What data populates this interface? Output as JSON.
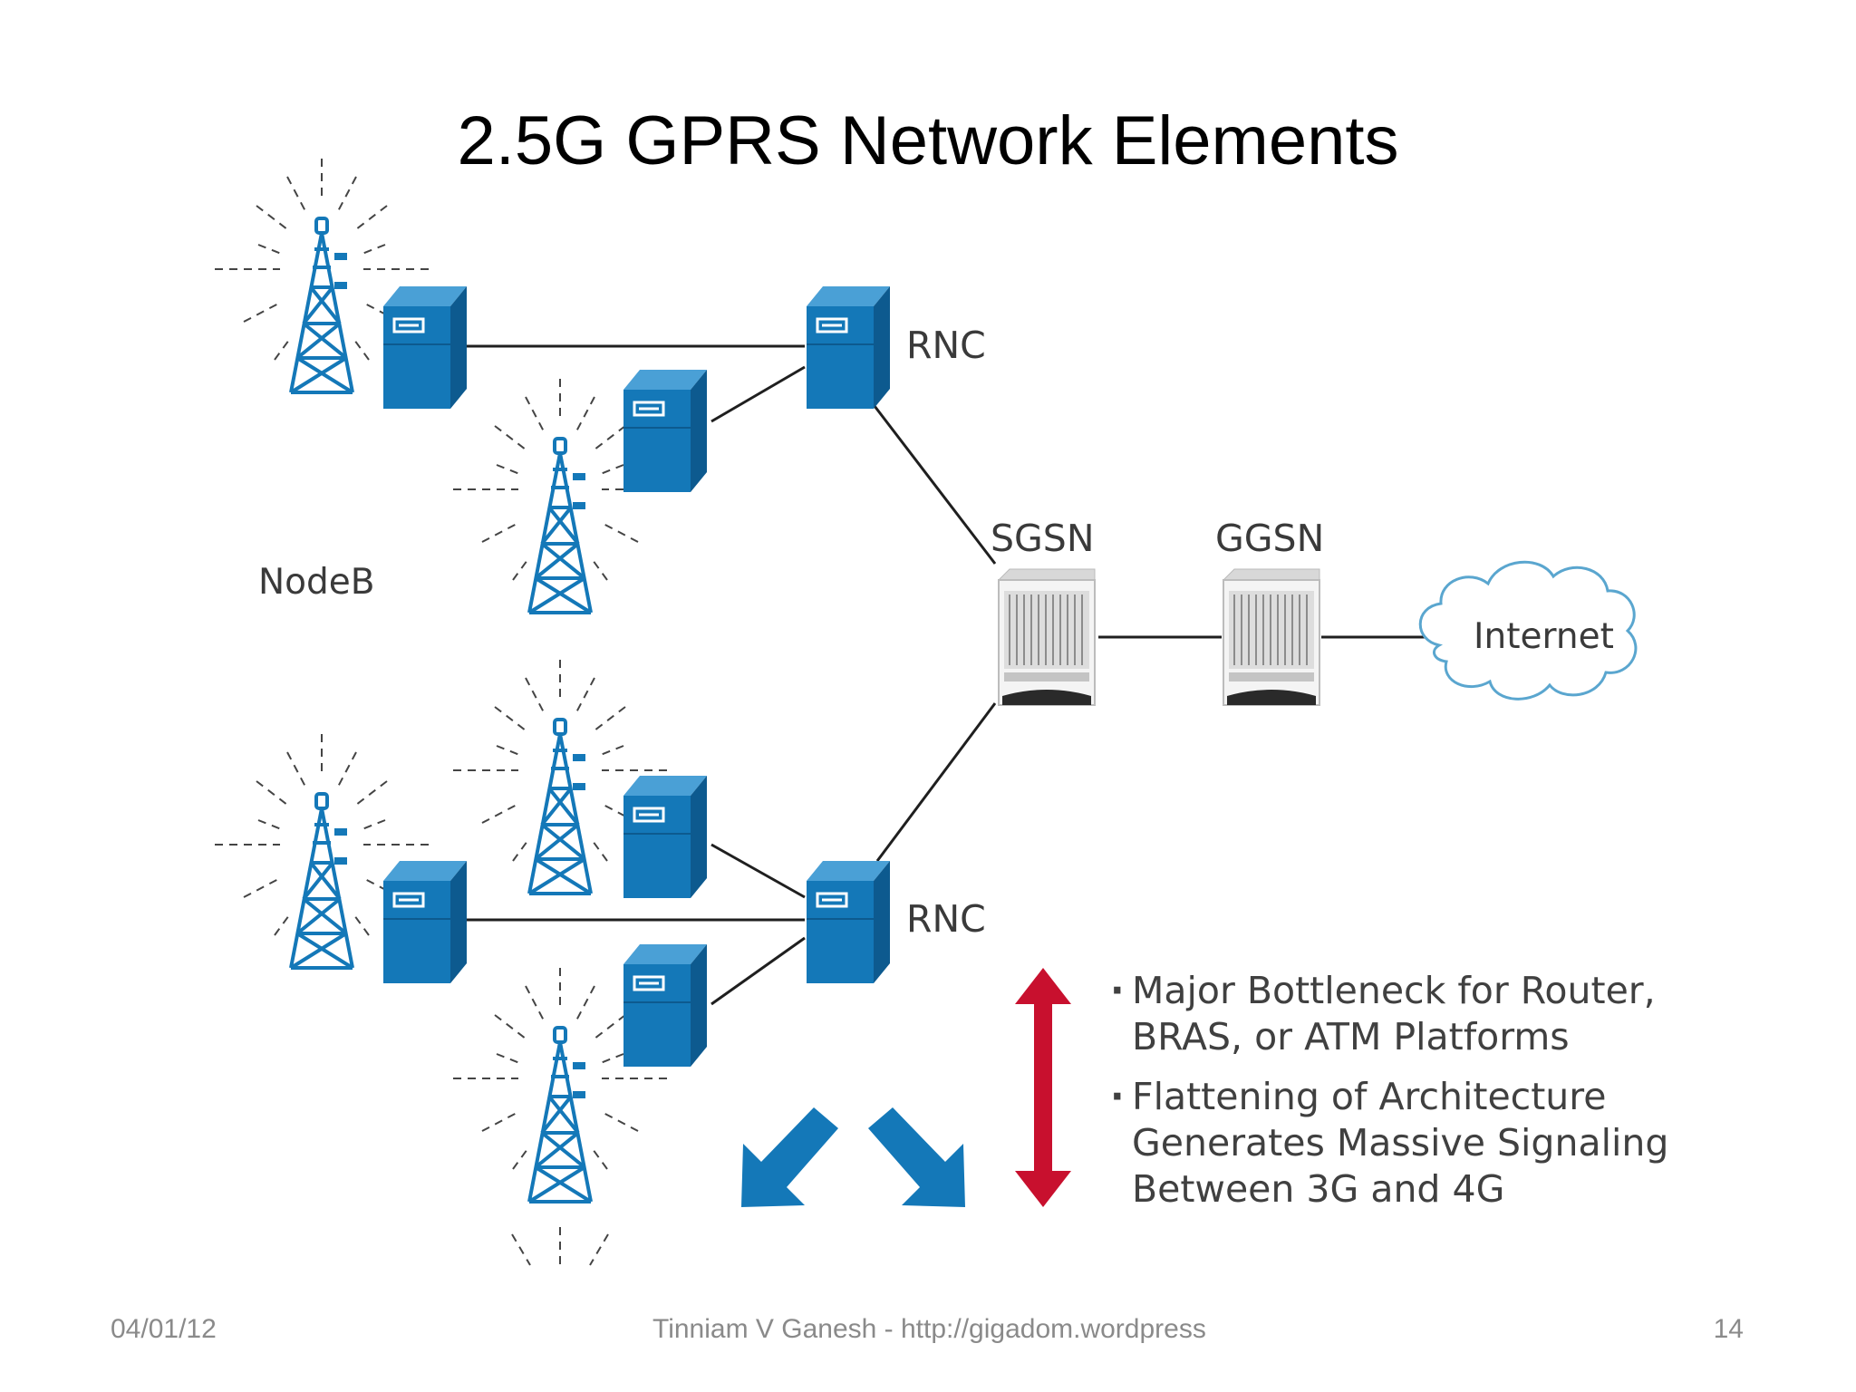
{
  "slide": {
    "title": "2.5G GPRS Network Elements"
  },
  "diagram": {
    "labels": {
      "rnc_top": "RNC",
      "rnc_bottom": "RNC",
      "sgsn": "SGSN",
      "ggsn": "GGSN",
      "internet": "Internet",
      "nodeb": "NodeB"
    },
    "notes": [
      "Major Bottleneck for Router, BRAS, or ATM Platforms",
      "Flattening of Architecture Generates Massive Signaling Between 3G and 4G"
    ],
    "colors": {
      "equipment": "#1478b8",
      "bottleneck_arrow": "#c8102e",
      "flow_arrows": "#1478b8",
      "cloud_outline": "#5aa6cf"
    },
    "icons": [
      "cell-tower-icon",
      "server-icon",
      "router-chassis-icon",
      "cloud-icon",
      "double-arrow-icon"
    ]
  },
  "footer": {
    "date": "04/01/12",
    "source": "Tinniam V Ganesh - http://gigadom.wordpress.com",
    "page": "14"
  }
}
